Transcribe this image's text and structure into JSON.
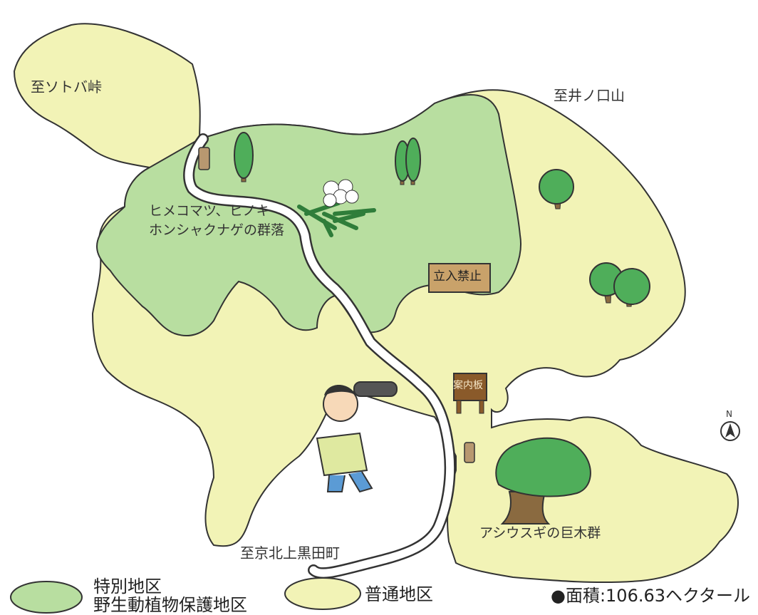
{
  "map": {
    "labels": {
      "to_sotoba": "至ソトバ峠",
      "to_inokuchi": "至井ノ口山",
      "to_kyoto": "至京北上黒田町",
      "vegetation_line1": "ヒメコマツ、ヒノキ",
      "vegetation_line2": "ホンシャクナゲの群落",
      "giant_trees": "アシウスギの巨木群"
    },
    "signs": {
      "no_entry": "立入禁止",
      "guide_board": "案内板"
    },
    "compass": "N",
    "area": "●面積:106.63ヘクタール",
    "legend": [
      {
        "line1": "特別地区",
        "line2": "野生動植物保護地区",
        "color": "#b8dea0"
      },
      {
        "line1": "普通地区",
        "line2": "",
        "color": "#f2f3b6"
      }
    ],
    "colors": {
      "special_zone": "#b8dea0",
      "normal_zone": "#f2f3b6",
      "outline": "#333333",
      "trail": "#ffffff"
    }
  }
}
